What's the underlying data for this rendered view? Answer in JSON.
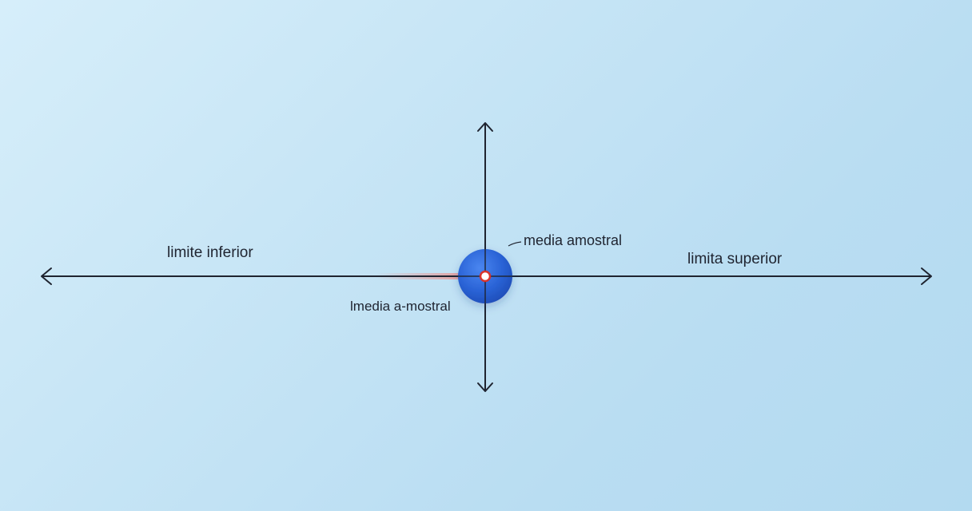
{
  "labels": {
    "lower_limit": "limite inferior",
    "upper_limit": "limita superior",
    "mean_top": "media amostral",
    "mean_bottom": "lmedia a-mostral"
  },
  "colors": {
    "background": "#c5e4f5",
    "axis": "#1f2430",
    "point": "#2a63d6",
    "center_marker": "#d8342c",
    "glow": "#ff6a5a"
  }
}
